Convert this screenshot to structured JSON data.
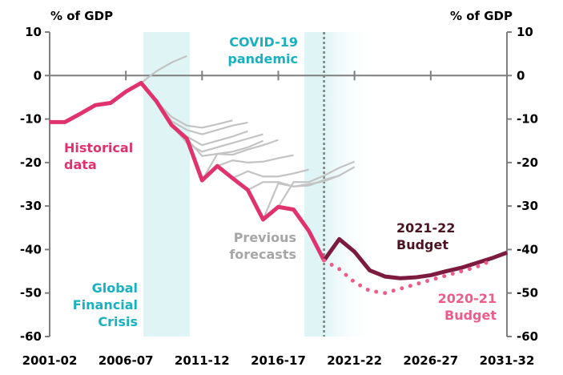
{
  "chart_data": {
    "type": "line",
    "ylabel_left": "% of GDP",
    "ylabel_right": "% of GDP",
    "ylim": [
      -60,
      10
    ],
    "yticks": [
      "10",
      "0",
      "-10",
      "-20",
      "-30",
      "-40",
      "-50",
      "-60"
    ],
    "ytick_values": [
      10,
      0,
      -10,
      -20,
      -30,
      -40,
      -50,
      -60
    ],
    "x": [
      "2001-02",
      "2002-03",
      "2003-04",
      "2004-05",
      "2005-06",
      "2006-07",
      "2007-08",
      "2008-09",
      "2009-10",
      "2010-11",
      "2011-12",
      "2012-13",
      "2013-14",
      "2014-15",
      "2015-16",
      "2016-17",
      "2017-18",
      "2018-19",
      "2019-20",
      "2020-21",
      "2021-22",
      "2022-23",
      "2023-24",
      "2024-25",
      "2025-26",
      "2026-27",
      "2027-28",
      "2028-29",
      "2029-30",
      "2030-31",
      "2031-32"
    ],
    "xtick_labels": [
      "2001-02",
      "2006-07",
      "2011-12",
      "2016-17",
      "2021-22",
      "2026-27",
      "2031-32"
    ],
    "series": [
      {
        "name": "Historical data",
        "color": "#e0336e",
        "start": 0,
        "values": [
          -10.7,
          -10.7,
          -8.8,
          -6.8,
          -6.3,
          -3.7,
          -1.7,
          -5.9,
          -11.4,
          -14.5,
          -24.1,
          -20.8,
          -23.6,
          -26.3,
          -33.1,
          -30.2,
          -30.8,
          -35.7,
          -42.5
        ]
      },
      {
        "name": "2021-22 Budget",
        "color": "#7d1a3f",
        "start": 18,
        "values": [
          -42.5,
          -37.6,
          -40.5,
          -44.8,
          -46.2,
          -46.6,
          -46.4,
          -45.9,
          -45.0,
          -44.2,
          -43.1,
          -42.0,
          -40.7
        ]
      },
      {
        "name": "2020-21 Budget",
        "color": "#ee5d88",
        "style": "dotted",
        "start": 18,
        "values": [
          -42.5,
          -44.5,
          -47.5,
          -49.5,
          -50.0,
          -49.0,
          -48.0,
          -47.0,
          -46.0,
          -45.0,
          -44.0,
          -42.5
        ]
      }
    ],
    "previous_forecasts": [
      {
        "start": 6,
        "values": [
          -1.7,
          1.0,
          3.0,
          4.5
        ]
      },
      {
        "start": 7,
        "values": [
          -5.9,
          -9.5,
          -11.5,
          -12.0,
          -11.2,
          -10.3
        ]
      },
      {
        "start": 7,
        "values": [
          -5.9,
          -10.5,
          -12.5,
          -13.5,
          -12.5,
          -11.5,
          -10.8
        ]
      },
      {
        "start": 8,
        "values": [
          -11.4,
          -14.0,
          -16.0,
          -15.0,
          -14.0,
          -12.8
        ]
      },
      {
        "start": 8,
        "values": [
          -11.4,
          -15.5,
          -17.5,
          -16.5,
          -15.5,
          -14.5,
          -13.5
        ]
      },
      {
        "start": 9,
        "values": [
          -14.5,
          -18.5,
          -18.0,
          -17.5,
          -16.5,
          -15.0
        ]
      },
      {
        "start": 10,
        "values": [
          -24.1,
          -18.0,
          -18.2,
          -17.0,
          -16.0,
          -14.8
        ]
      },
      {
        "start": 11,
        "values": [
          -20.8,
          -19.5,
          -20.0,
          -19.8,
          -19.0,
          -18.3
        ]
      },
      {
        "start": 12,
        "values": [
          -23.6,
          -22.0,
          -23.2,
          -23.2,
          -22.5,
          -21.6
        ]
      },
      {
        "start": 13,
        "values": [
          -26.3,
          -24.5,
          -24.5,
          -25.5,
          -25.0,
          -24.3,
          -23.0
        ]
      },
      {
        "start": 14,
        "values": [
          -33.1,
          -24.8,
          -25.5,
          -25.3,
          -24.0,
          -23.0,
          -21.0
        ]
      },
      {
        "start": 15,
        "values": [
          -30.2,
          -24.5,
          -24.5,
          -23.0,
          -21.2,
          -19.8
        ]
      }
    ],
    "shaded_periods": [
      {
        "label": "Global Financial Crisis",
        "from": 6.15,
        "to": 9.2
      },
      {
        "label": "COVID-19 pandemic",
        "from": 16.7,
        "to": 21.5
      }
    ],
    "vline_at": "2019-20",
    "annotations": {
      "historical": [
        "Historical",
        "data"
      ],
      "previous": [
        "Previous",
        "forecasts"
      ],
      "budget2122": [
        "2021-22",
        "Budget"
      ],
      "budget2021": [
        "2020-21",
        "Budget"
      ],
      "gfc": [
        "Global",
        "Financial",
        "Crisis"
      ],
      "covid": [
        "COVID-19",
        "pandemic"
      ]
    }
  }
}
